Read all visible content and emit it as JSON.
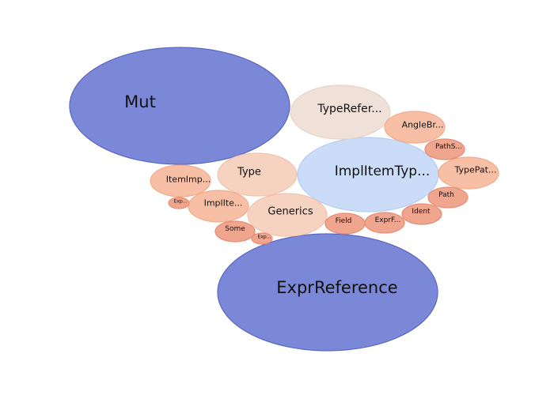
{
  "chart_data": {
    "type": "packed-bubble",
    "grid": false,
    "colors": {
      "blue_strong": "#7b88d8",
      "blue_strong_edge": "#5b66c4",
      "blue_light": "#cbdcf8",
      "blue_light_edge": "#b8ccf2",
      "beige": "#efe0d8",
      "beige_edge": "#e8d4ca",
      "peach_light": "#f6d2c0",
      "peach_light_edge": "#f2c2ad",
      "peach": "#f7bfa5",
      "peach_edge": "#f3ab8c",
      "salmon": "#f0a58f",
      "salmon_edge": "#e88d75"
    },
    "bubbles": [
      {
        "label": "Mut",
        "value": 100,
        "color": "blue_strong"
      },
      {
        "label": "ExprReference",
        "value": 100,
        "color": "blue_strong"
      },
      {
        "label": "ImplItemTyp...",
        "value": 54,
        "color": "blue_light"
      },
      {
        "label": "TypeRefer...",
        "value": 31,
        "color": "beige"
      },
      {
        "label": "Type",
        "value": 20,
        "color": "peach_light"
      },
      {
        "label": "Generics",
        "value": 20,
        "color": "peach_light"
      },
      {
        "label": "ItemImp...",
        "value": 11,
        "color": "peach"
      },
      {
        "label": "ImplIte...",
        "value": 11,
        "color": "peach"
      },
      {
        "label": "AngleBr...",
        "value": 11,
        "color": "peach"
      },
      {
        "label": "TypePat...",
        "value": 11,
        "color": "peach"
      },
      {
        "label": "PathS...",
        "value": 5,
        "color": "salmon"
      },
      {
        "label": "Path",
        "value": 5,
        "color": "salmon"
      },
      {
        "label": "Ident",
        "value": 5,
        "color": "salmon"
      },
      {
        "label": "ExprF...",
        "value": 5,
        "color": "salmon"
      },
      {
        "label": "Field",
        "value": 5,
        "color": "salmon"
      },
      {
        "label": "Some",
        "value": 5,
        "color": "salmon"
      },
      {
        "label": "Exp...",
        "value": 1,
        "color": "salmon"
      },
      {
        "label": "Exp...",
        "value": 1,
        "color": "salmon"
      }
    ]
  }
}
